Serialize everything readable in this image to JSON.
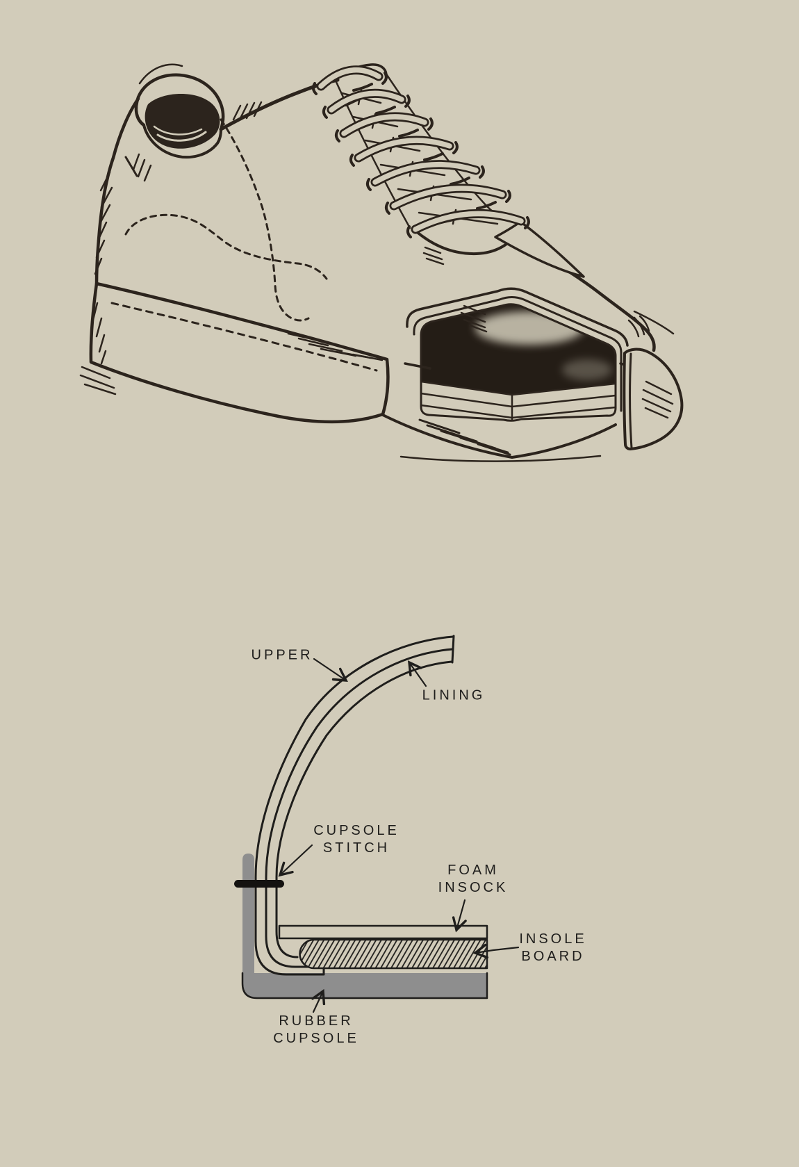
{
  "page": {
    "background_color": "#d2ccba",
    "ink_color": "#2c241d",
    "diagram_ink_color": "#1f1e1c",
    "rubber_gray_color": "#8e8e8e",
    "stitch_black_color": "#141210"
  },
  "diagram": {
    "labels": {
      "upper": "UPPER",
      "lining": "LINING",
      "cupsole_stitch_line1": "CUPSOLE",
      "cupsole_stitch_line2": "STITCH",
      "foam_insock_line1": "FOAM",
      "foam_insock_line2": "INSOCK",
      "insole_board_line1": "INSOLE",
      "insole_board_line2": "BOARD",
      "rubber_cupsole_line1": "RUBBER",
      "rubber_cupsole_line2": "CUPSOLE"
    }
  }
}
